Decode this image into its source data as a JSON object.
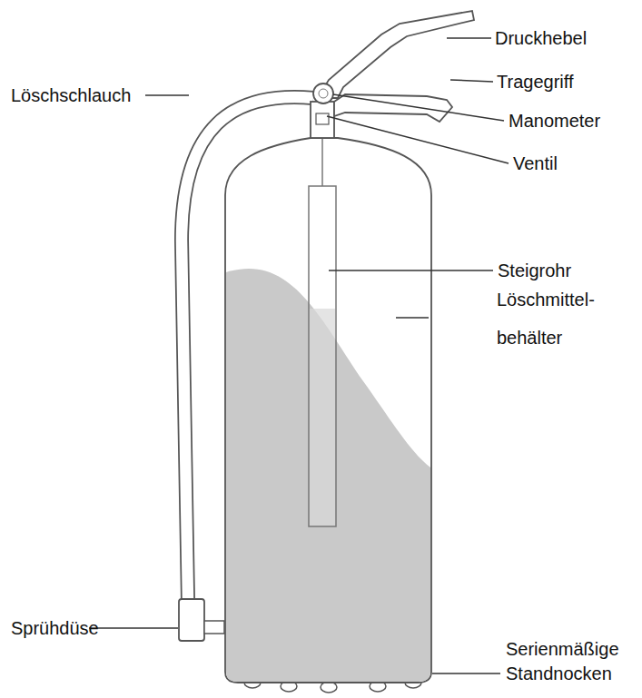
{
  "diagram": {
    "labels": [
      "Druckhebel",
      "Tragegriff",
      "Löschschlauch",
      "Manometer",
      "Ventil",
      "Steigrohr",
      "Löschmittel- behälter",
      "Sprühdüse",
      "Serienmäßige Standnocken"
    ]
  }
}
